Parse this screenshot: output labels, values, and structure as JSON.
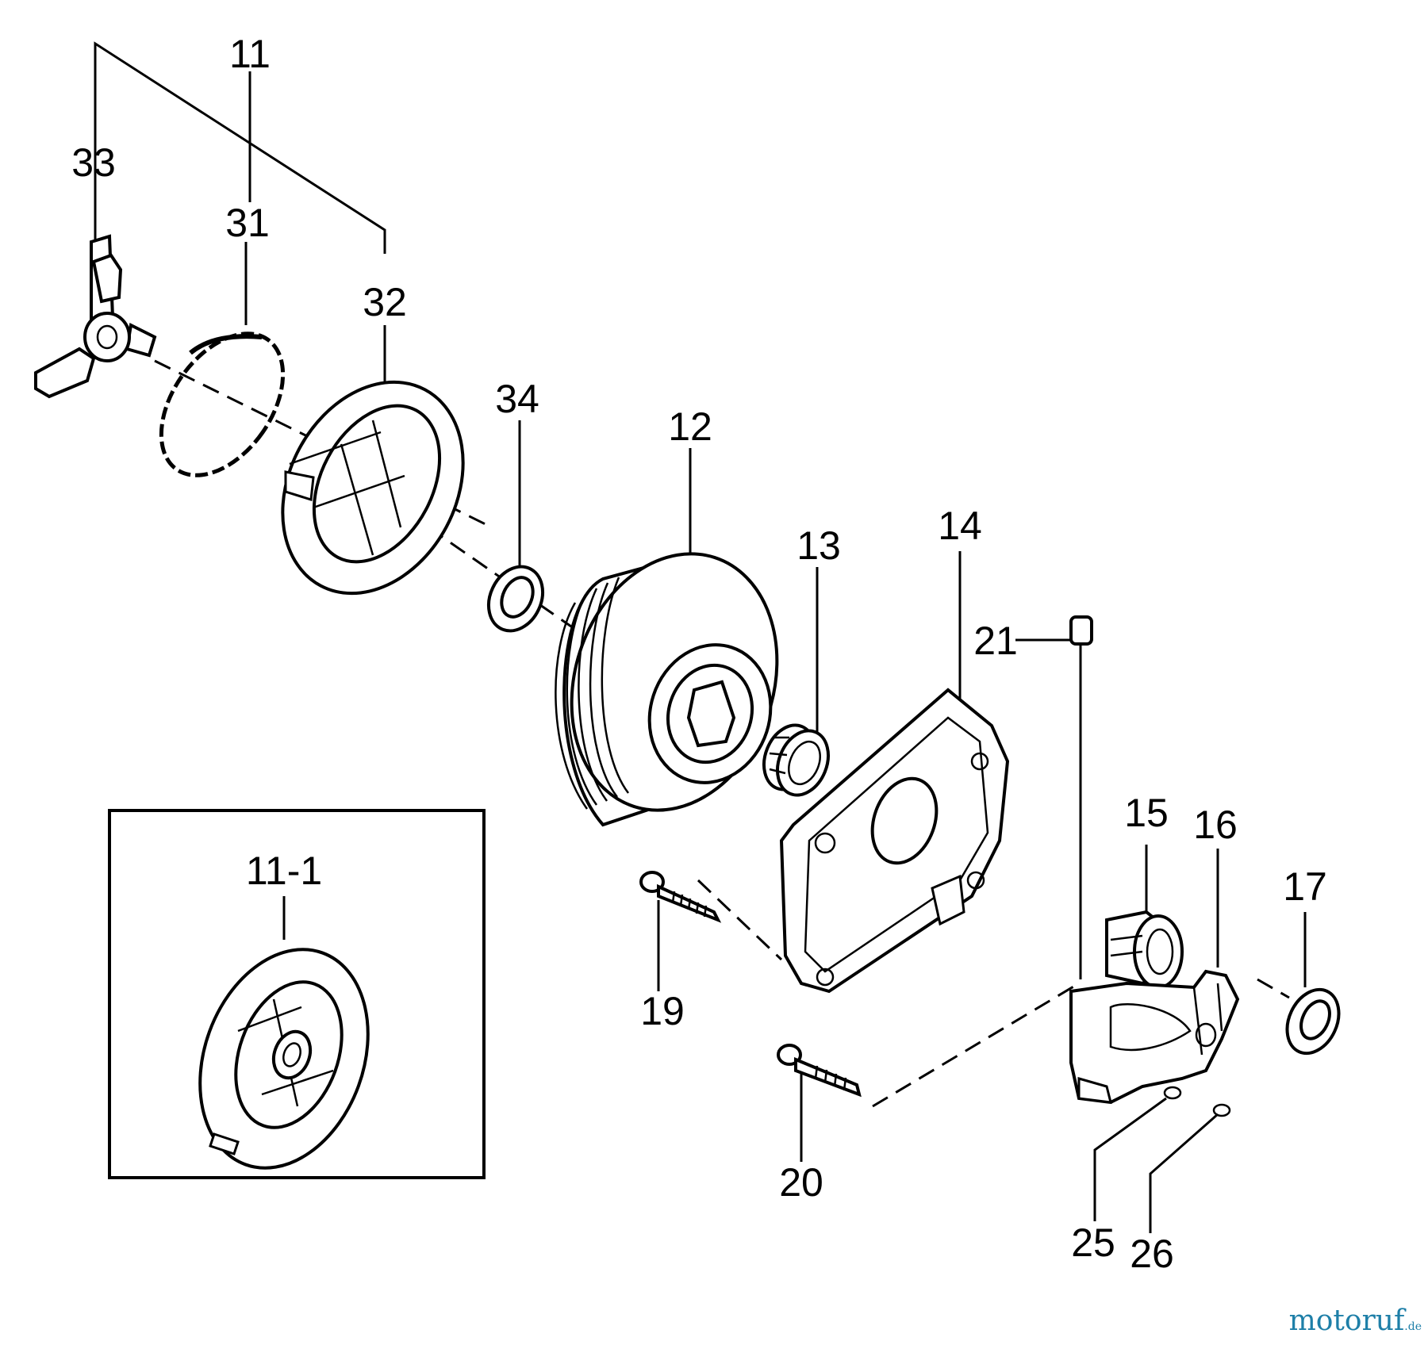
{
  "diagram": {
    "labels": {
      "p11": "11",
      "p31": "31",
      "p32": "32",
      "p33": "33",
      "p34": "34",
      "p12": "12",
      "p13": "13",
      "p14": "14",
      "p21": "21",
      "p15": "15",
      "p16": "16",
      "p17": "17",
      "p19": "19",
      "p20": "20",
      "p25": "25",
      "p26": "26",
      "p11_1": "11-1"
    }
  },
  "watermark": {
    "brand": "motoruf",
    "suffix": ".de"
  }
}
